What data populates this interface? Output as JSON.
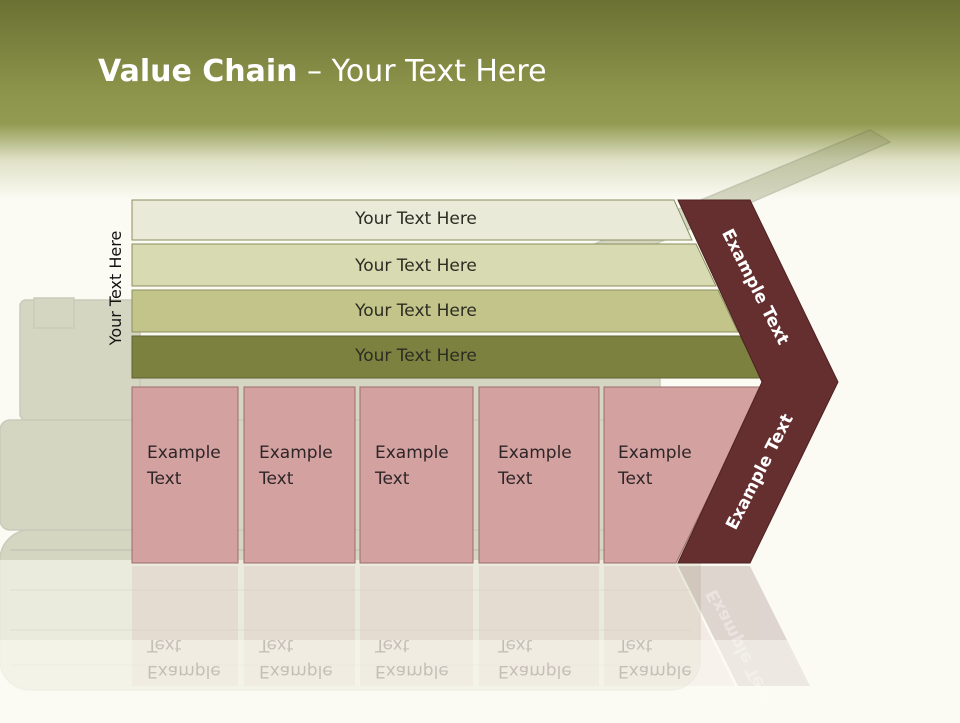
{
  "slide": {
    "title_bold": "Value Chain",
    "title_rest": " – Your Text Here",
    "side_label": "Your Text Here",
    "bars": [
      {
        "label": "Your Text Here",
        "fill": "#e9ead8"
      },
      {
        "label": "Your Text Here",
        "fill": "#d8dab2"
      },
      {
        "label": "Your Text Here",
        "fill": "#c3c48a"
      },
      {
        "label": "Your Text Here",
        "fill": "#7c8140"
      }
    ],
    "cells": [
      {
        "line1": "Example",
        "line2": "Text"
      },
      {
        "line1": "Example",
        "line2": "Text"
      },
      {
        "line1": "Example",
        "line2": "Text"
      },
      {
        "line1": "Example",
        "line2": "Text"
      },
      {
        "line1": "Example",
        "line2": "Text"
      }
    ],
    "chevron_top": "Example Text",
    "chevron_bottom": "Example Text",
    "colors": {
      "header": "#8c934a",
      "cell_fill": "#d4a1a1",
      "chevron_fill": "#652e2f"
    }
  }
}
